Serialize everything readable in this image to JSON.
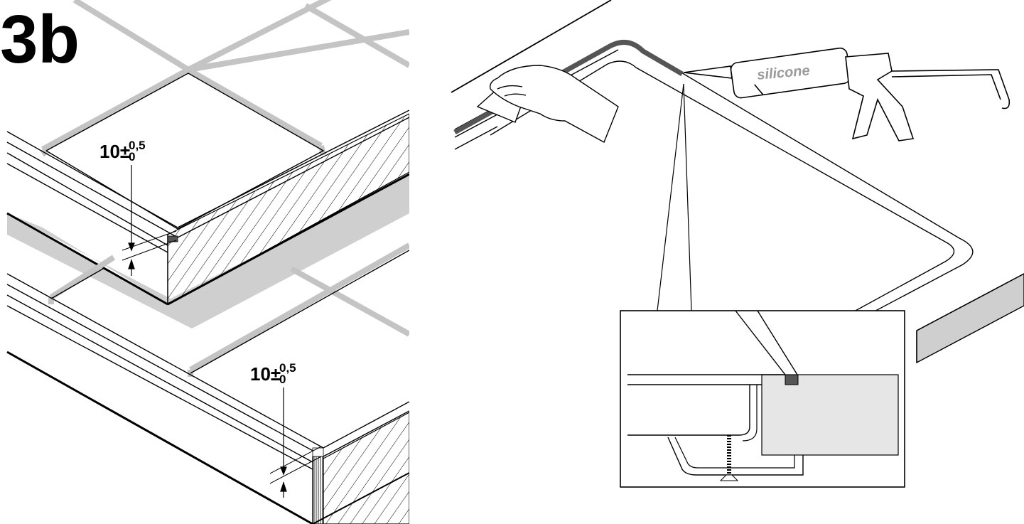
{
  "figure": {
    "step_label": "3b",
    "dimension_top": {
      "value": "10±",
      "tol_upper": "0,5",
      "tol_lower": "0"
    },
    "dimension_bottom": {
      "value": "10±",
      "tol_upper": "0,5",
      "tol_lower": "0"
    },
    "gun_label": "silicone"
  },
  "colors": {
    "line": "#000000",
    "tile_joint": "#c4c4c4",
    "counter_shadow": "#cfcfcf",
    "inset_fill": "#e6e6e6",
    "sealant": "#555555",
    "gun_text": "#9a9a9a"
  }
}
